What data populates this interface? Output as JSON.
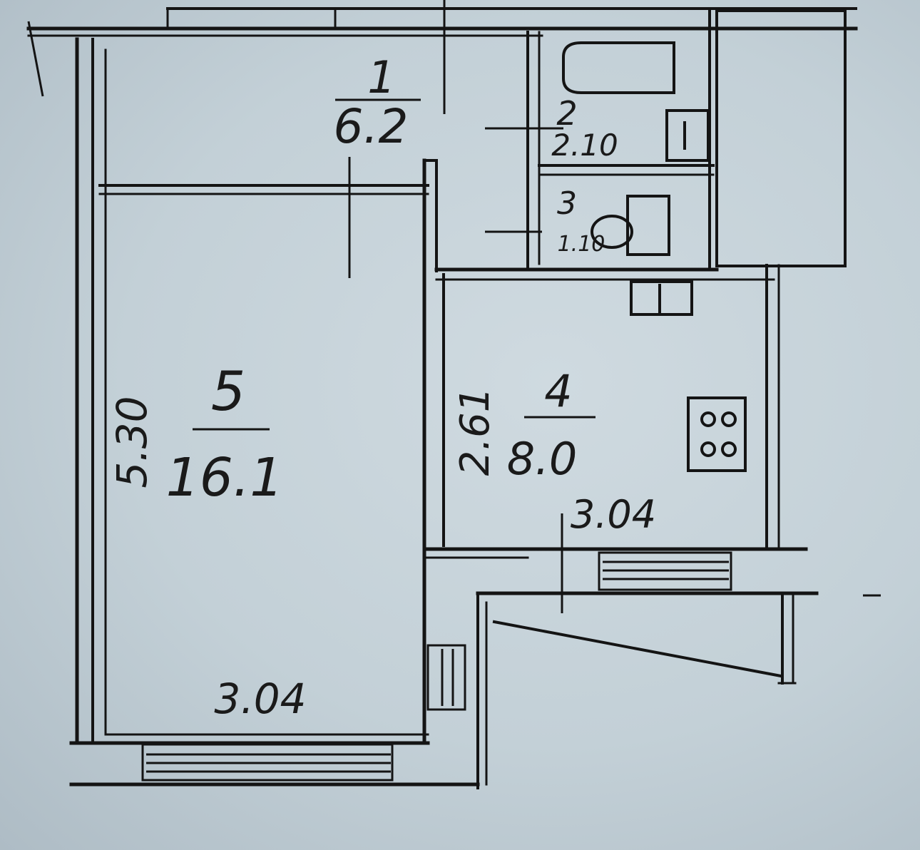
{
  "diagram": {
    "type": "floor-plan",
    "ink_color": "#141414",
    "paper_color": "#c7d3da",
    "rooms": [
      {
        "number": "1",
        "area": "6.2"
      },
      {
        "number": "2",
        "area": "2.10"
      },
      {
        "number": "3",
        "area": "1.10"
      },
      {
        "number": "4",
        "area": "8.0"
      },
      {
        "number": "5",
        "area": "16.1"
      }
    ],
    "dimensions": {
      "room5_height": "5.30",
      "room5_width": "3.04",
      "room4_height": "2.61",
      "room4_width": "3.04"
    }
  }
}
